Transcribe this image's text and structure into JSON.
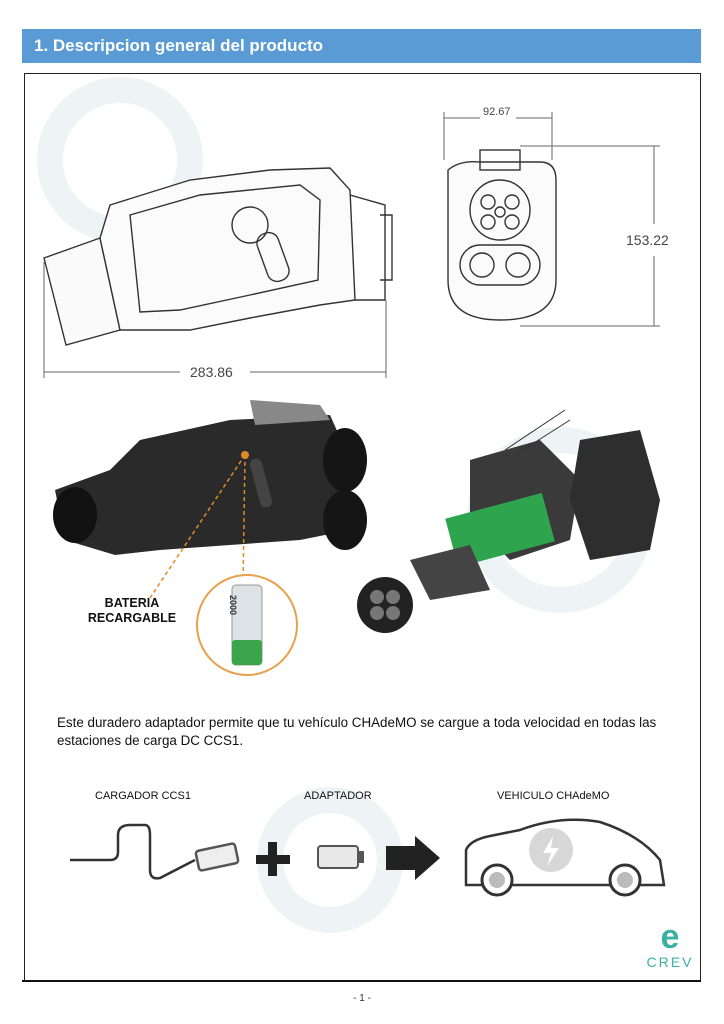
{
  "header": {
    "title": "1. Descripcion general del producto"
  },
  "dimensions": {
    "length": "283.86",
    "width": "92.67",
    "height": "153.22"
  },
  "battery": {
    "label_line1": "BATERIA",
    "label_line2": "RECARGABLE",
    "capacity_text": "2000"
  },
  "description": "Este duradero adaptador permite que tu vehículo  CHAdeMO se cargue a toda velocidad en todas las estaciones de carga DC CCS1.",
  "flow": {
    "charger_label": "CARGADOR CCS1",
    "adapter_label": "ADAPTADOR",
    "vehicle_label": "VEHICULO CHAdeMO"
  },
  "logo": {
    "mark": "e",
    "name": "CREV"
  },
  "page_number": "- 1 -"
}
